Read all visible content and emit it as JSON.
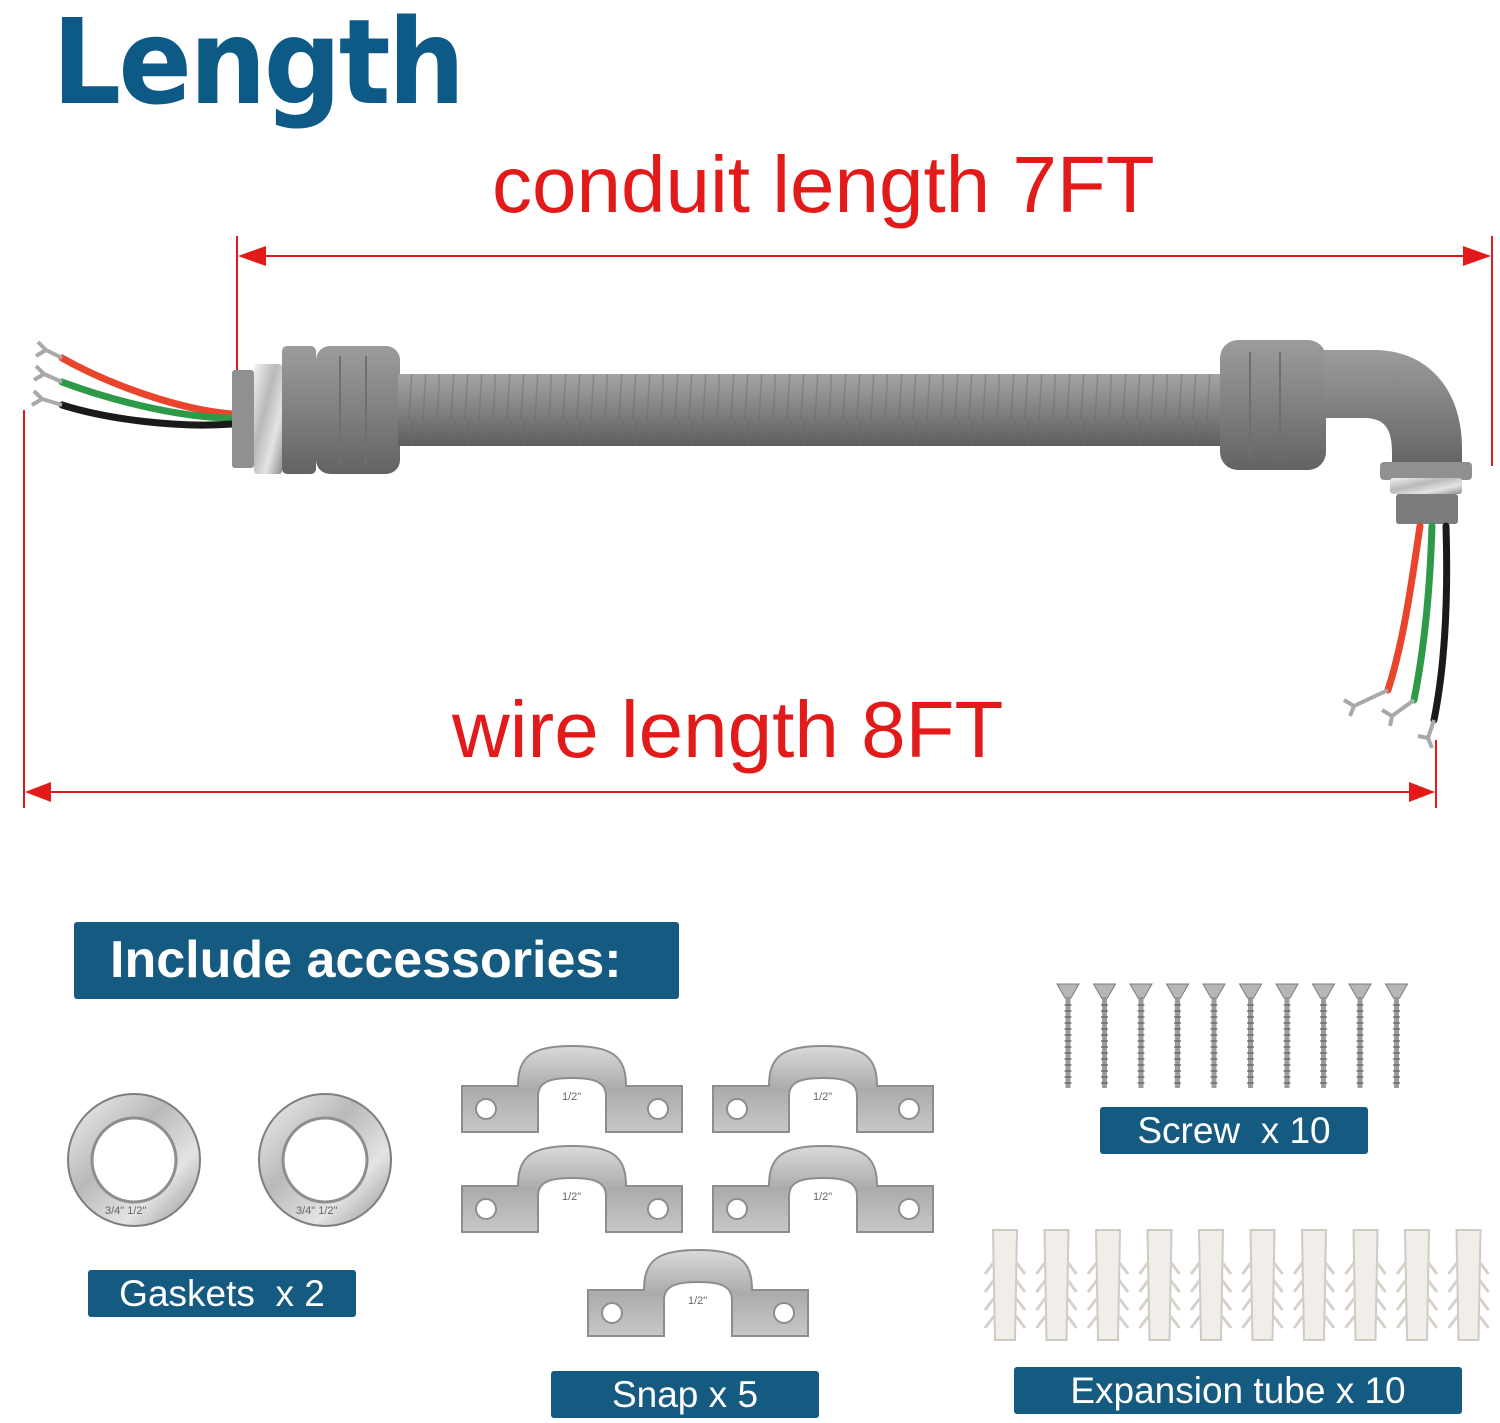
{
  "header": {
    "title": "Length"
  },
  "dimensions": {
    "conduit_label": "conduit length 7FT",
    "wire_label": "wire length 8FT"
  },
  "accessories": {
    "heading": "Include accessories:",
    "gaskets_label": "Gaskets  x 2",
    "snap_label": "Snap x 5",
    "screw_label": "Screw  x 10",
    "expansion_label": "Expansion tube x 10"
  },
  "clip_marking": "1/2\"",
  "gasket_marking": "3/4\"  1/2\"",
  "colors": {
    "title": "#0d5a86",
    "dimension": "#e21a1a",
    "banner": "#155a80",
    "conduit": "#7d7f80",
    "wire_red": "#e8452c",
    "wire_green": "#2e9a48",
    "wire_black": "#1a1a1a"
  }
}
